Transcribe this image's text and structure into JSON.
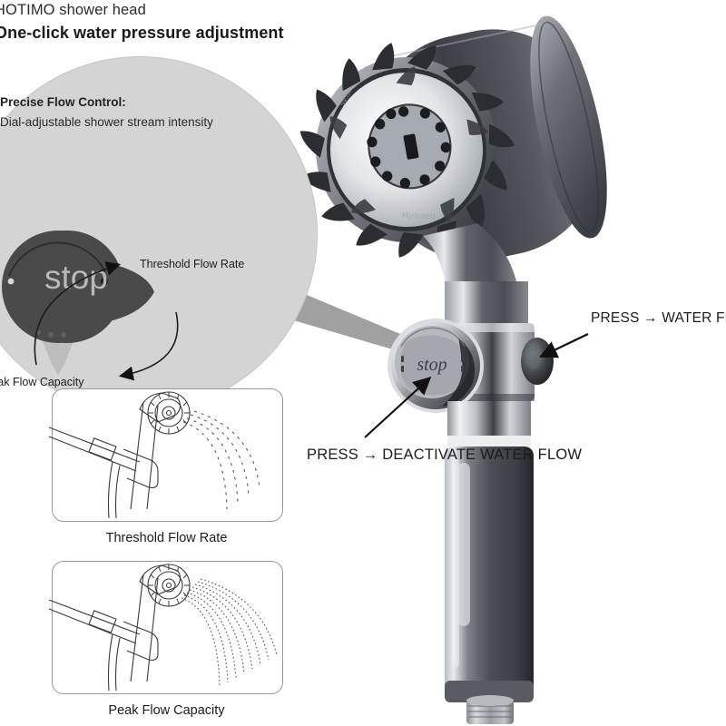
{
  "header": {
    "brand_title": "HOTIMO shower head",
    "tagline": "One-click water pressure adjustment"
  },
  "callout": {
    "heading": "Precise Flow Control:",
    "subheading": "Dial-adjustable shower stream intensity",
    "knob_label": "stop",
    "arrow_up_label": "Threshold Flow Rate",
    "arrow_down_label": "Peak Flow Capacity",
    "circle_color": "#d4d4d4",
    "knob_color": "#4a4a4a"
  },
  "annotations": {
    "right": "PRESS → WATER FLO",
    "bottom": "PRESS → DEACTIVATE WATER FLOW"
  },
  "thumbnails": [
    {
      "caption": "Threshold Flow Rate",
      "mode": "low-flow"
    },
    {
      "caption": "Peak Flow Capacity",
      "mode": "high-flow"
    }
  ],
  "product": {
    "name": "handheld-shower-head",
    "body_color": "#4d5055",
    "chrome_color": "#c9ccd1"
  }
}
